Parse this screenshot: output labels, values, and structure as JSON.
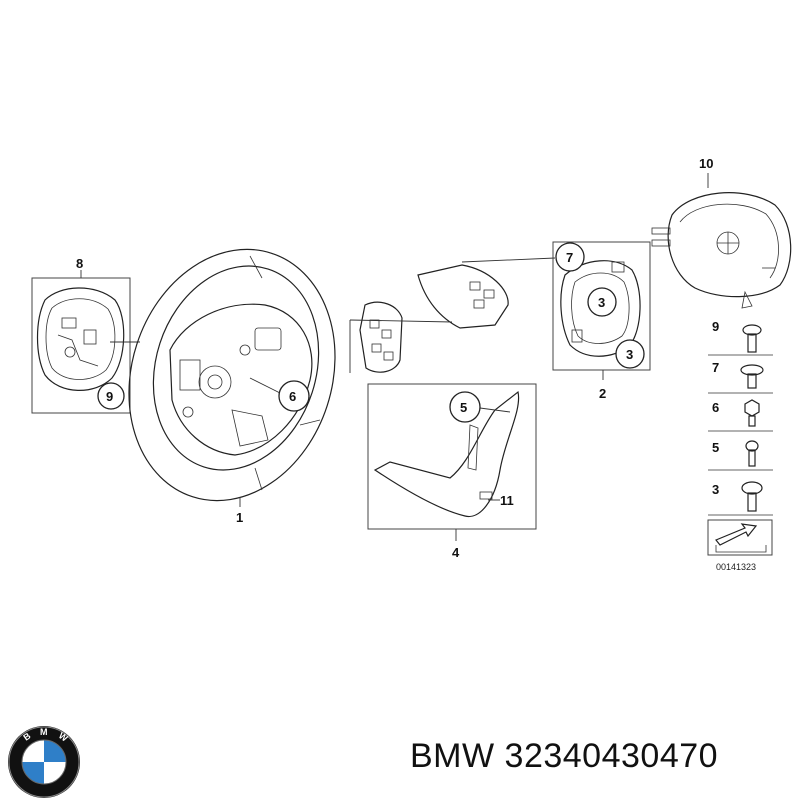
{
  "diagram": {
    "drawing_number": "00141323",
    "callouts": {
      "wheel": "1",
      "bezel": "2",
      "bezel_a": "3",
      "bezel_b": "3",
      "trim": "4",
      "trim_screw": "5",
      "wheel_screw": "6",
      "bezel_top": "7",
      "ring": "8",
      "ring_screw": "9",
      "airbag": "10",
      "trim_badge": "11"
    },
    "fasteners": [
      "9",
      "7",
      "6",
      "5",
      "3"
    ]
  },
  "footer": {
    "brand": "BMW",
    "part_number": "32340430470"
  },
  "colors": {
    "bmw_blue": "#2f7fc8",
    "logo_ring": "#111111"
  }
}
